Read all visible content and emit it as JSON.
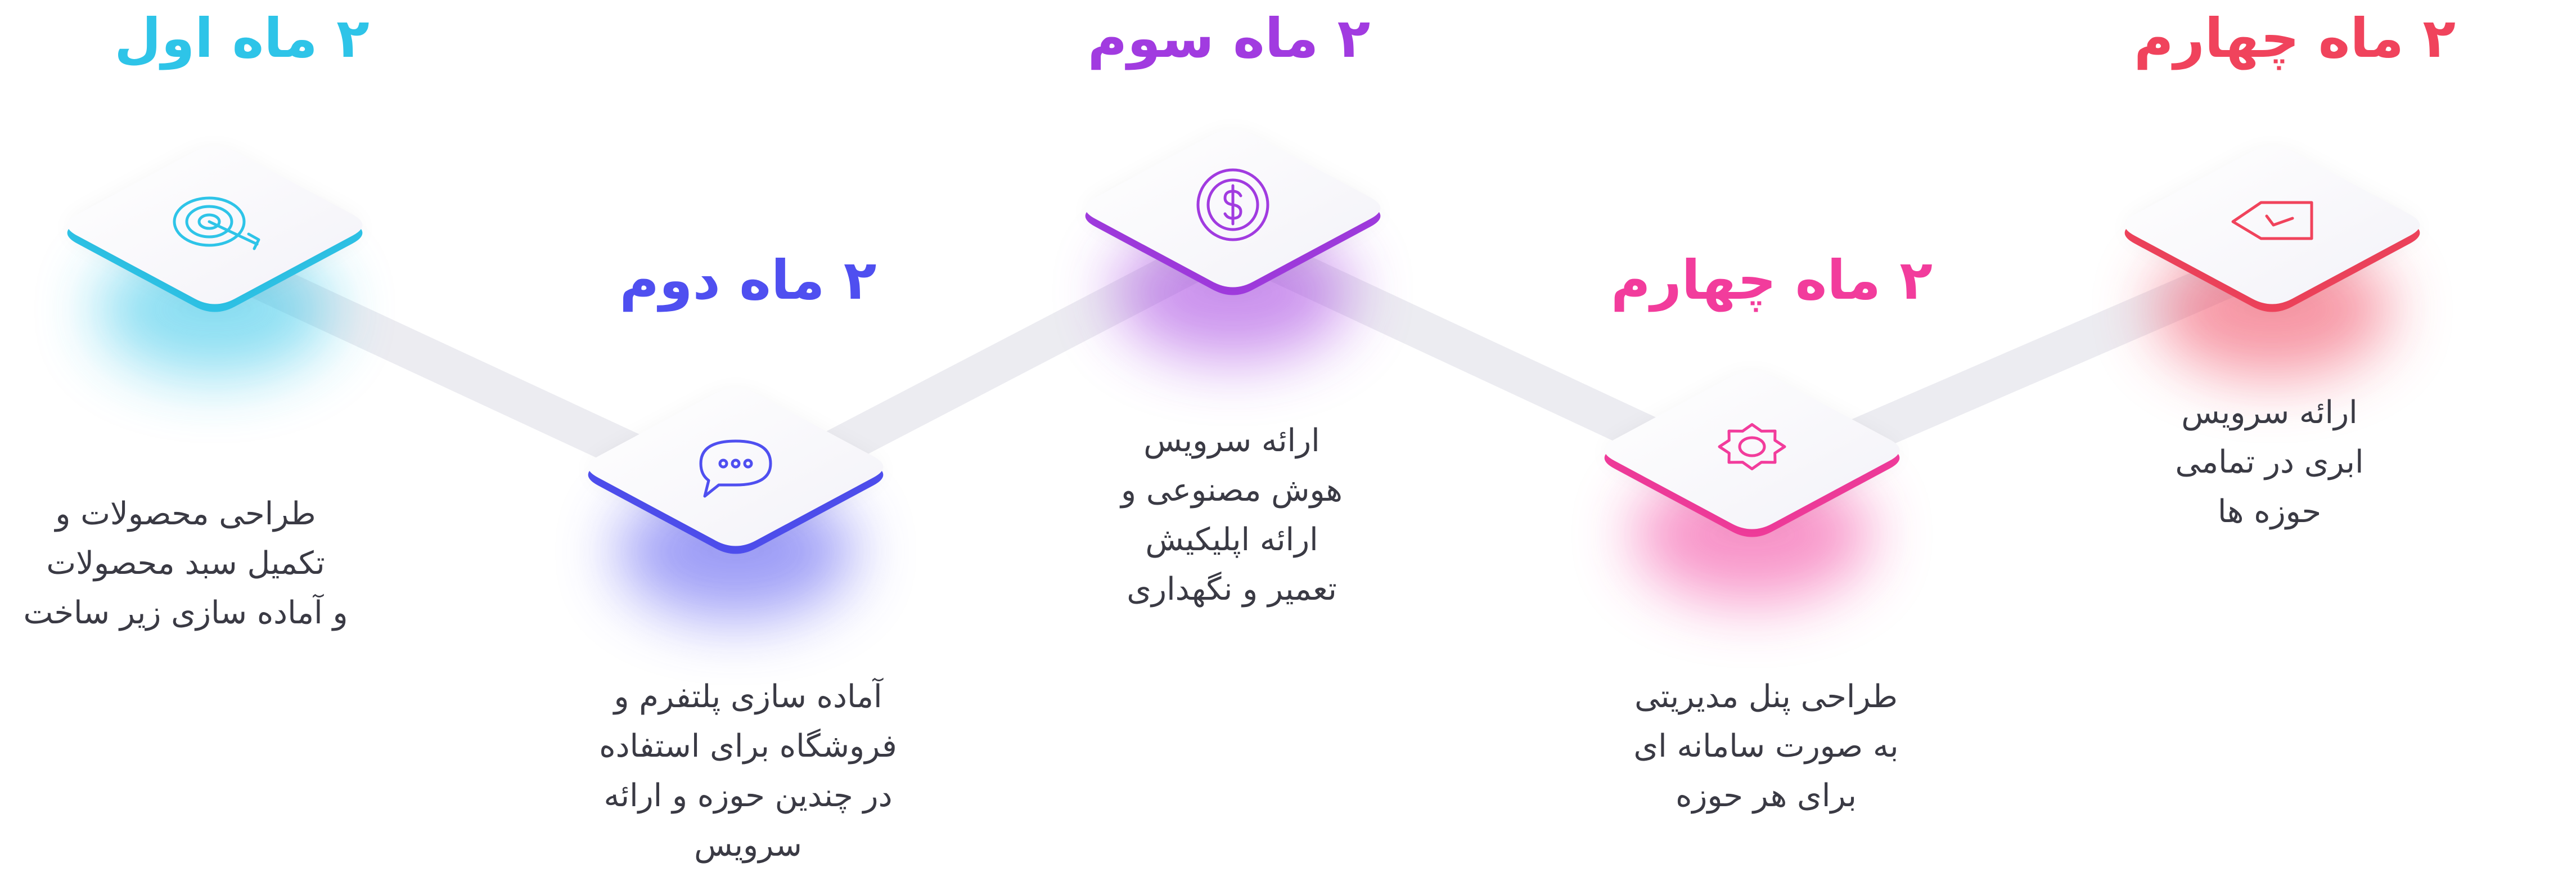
{
  "milestones": [
    {
      "heading": "۲ ماه اول",
      "description": "طراحی محصولات و\nتکمیل سبد محصولات\nو آماده سازی زیر ساخت",
      "icon": "target-icon",
      "color": "#2ec4e8"
    },
    {
      "heading": "۲ ماه دوم",
      "description": "آماده سازی پلتفرم و\nفروشگاه برای استفاده\nدر چندین حوزه و ارائه\nسرویس",
      "icon": "chat-bubble-icon",
      "color": "#4f4ff0"
    },
    {
      "heading": "۲ ماه سوم",
      "description": "ارائه سرویس\nهوش مصنوعی و\nارائه اپلیکیش\nتعمیر و نگهداری",
      "icon": "dollar-coin-icon",
      "color": "#a13be0"
    },
    {
      "heading": "۲ ماه چهارم",
      "description": "طراحی پنل مدیریتی\nبه صورت سامانه ای\nبرای هر حوزه",
      "icon": "gear-icon",
      "color": "#f23c9c"
    },
    {
      "heading": "۲ ماه چهارم",
      "description": "ارائه سرویس\nابری در تمامی\nحوزه ها",
      "icon": "ticket-icon",
      "color": "#f0435c"
    }
  ]
}
